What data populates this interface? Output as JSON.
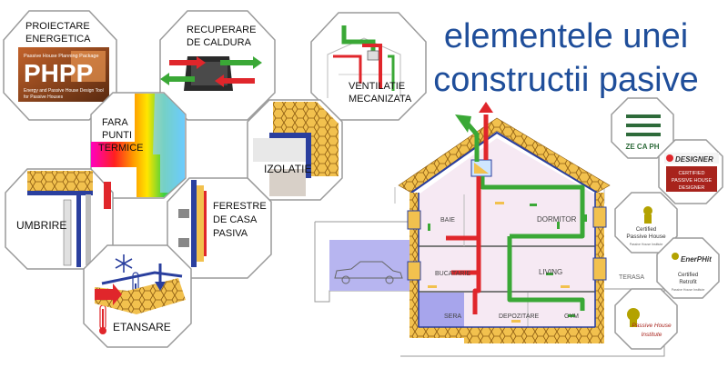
{
  "title": {
    "line1": "elementele unei",
    "line2": "constructii pasive",
    "color": "#1f4e9a"
  },
  "elements": {
    "phpp": {
      "line1": "PROIECTARE",
      "line2": "ENERGETICA",
      "logo": "PHPP",
      "subtitle": "Passive House Planning Package",
      "caption1": "Energy and Passive House Design Tool",
      "caption2": "for Passive Houses"
    },
    "heat_recovery": {
      "line1": "RECUPERARE",
      "line2": "DE CALDURA"
    },
    "ventilation": {
      "line1": "VENTILATIE",
      "line2": "MECANIZATA"
    },
    "thermal_bridges": {
      "line1": "FARA",
      "line2": "PUNTI",
      "line3": "TERMICE"
    },
    "insulation": {
      "line1": "IZOLATIE"
    },
    "shading": {
      "line1": "UMBRIRE"
    },
    "windows": {
      "line1": "FERESTRE",
      "line2": "DE CASA",
      "line3": "PASIVA"
    },
    "airtightness": {
      "line1": "ETANSARE"
    }
  },
  "house": {
    "rooms": {
      "bath": "BAIE",
      "living_room": "DORMITOR",
      "kitchen": "BUCATARIE",
      "living": "LIVING",
      "garage": "SERA",
      "storage": "DEPOZITARE",
      "gym": "GYM",
      "terrace": "TERASA"
    }
  },
  "badges": {
    "zeh_logo": "ZE CA PH",
    "designer": {
      "brand": "DESIGNER",
      "line1": "CERTIFIED",
      "line2": "PASSIVE HOUSE",
      "line3": "DESIGNER"
    },
    "certified_ph": {
      "line1": "Certified",
      "line2": "Passive House",
      "line3": "Passive House Institute"
    },
    "enerphit": {
      "brand": "EnerPHit",
      "line1": "Certified",
      "line2": "Retrofit",
      "line3": "Passive House Institute"
    },
    "phi": {
      "line1": "Passive House",
      "line2": "Institute"
    }
  },
  "colors": {
    "octagon_border": "#9a9a9a",
    "insulation": "#f2c14e",
    "warm_air": "#e0262b",
    "fresh_air": "#3aa836",
    "wall_blue": "#2a3f9e",
    "room_fill": "#f6e9f3"
  },
  "icons": [
    "snowflake-icon",
    "thermometer-icon",
    "car-icon",
    "arrow-icon"
  ]
}
